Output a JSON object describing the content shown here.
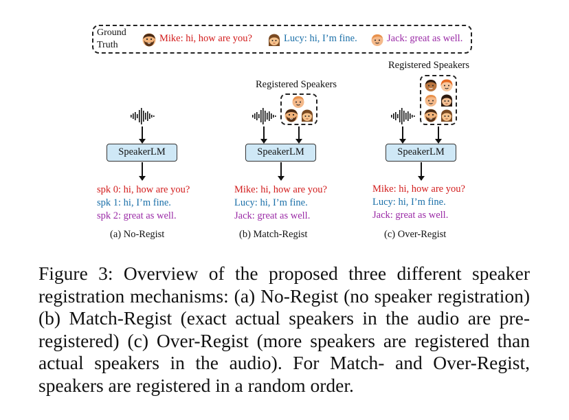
{
  "ground_truth": {
    "label_line1": "Ground",
    "label_line2": "Truth",
    "mike": "Mike: hi, how are you?",
    "lucy": "Lucy: hi, I’m fine.",
    "jack": "Jack: great as well."
  },
  "panels": {
    "a": {
      "model": "SpeakerLM",
      "out1": "spk 0: hi, how are you?",
      "out2": "spk 1: hi, I’m fine.",
      "out3": "spk 2: great as well.",
      "caption": "(a) No-Regist"
    },
    "b": {
      "registered_title": "Registered Speakers",
      "model": "SpeakerLM",
      "out1": "Mike: hi, how are you?",
      "out2": "Lucy: hi, I’m fine.",
      "out3": "Jack: great as well.",
      "caption": "(b) Match-Regist"
    },
    "c": {
      "registered_title": "Registered Speakers",
      "model": "SpeakerLM",
      "out1": "Mike: hi, how are you?",
      "out2": "Lucy: hi, I’m fine.",
      "out3": "Jack: great as well.",
      "caption": "(c) Over-Regist"
    }
  },
  "colors": {
    "mike": "#d21b1b",
    "lucy": "#1a6fa8",
    "jack": "#9a2aa6",
    "model_box": "#cfe8f6"
  },
  "icons": [
    "waveform-icon",
    "bearded-man-face-icon",
    "woman-face-icon",
    "man-face-icon"
  ],
  "figure_caption": "Figure 3: Overview of the proposed three different speaker registration mechanisms: (a) No-Regist (no speaker regis­tration) (b) Match-Regist (exact actual speakers in the audio are pre-registered) (c) Over-Regist (more speakers are reg­istered than actual speakers in the audio). For Match- and Over-Regist, speakers are registered in a random order."
}
